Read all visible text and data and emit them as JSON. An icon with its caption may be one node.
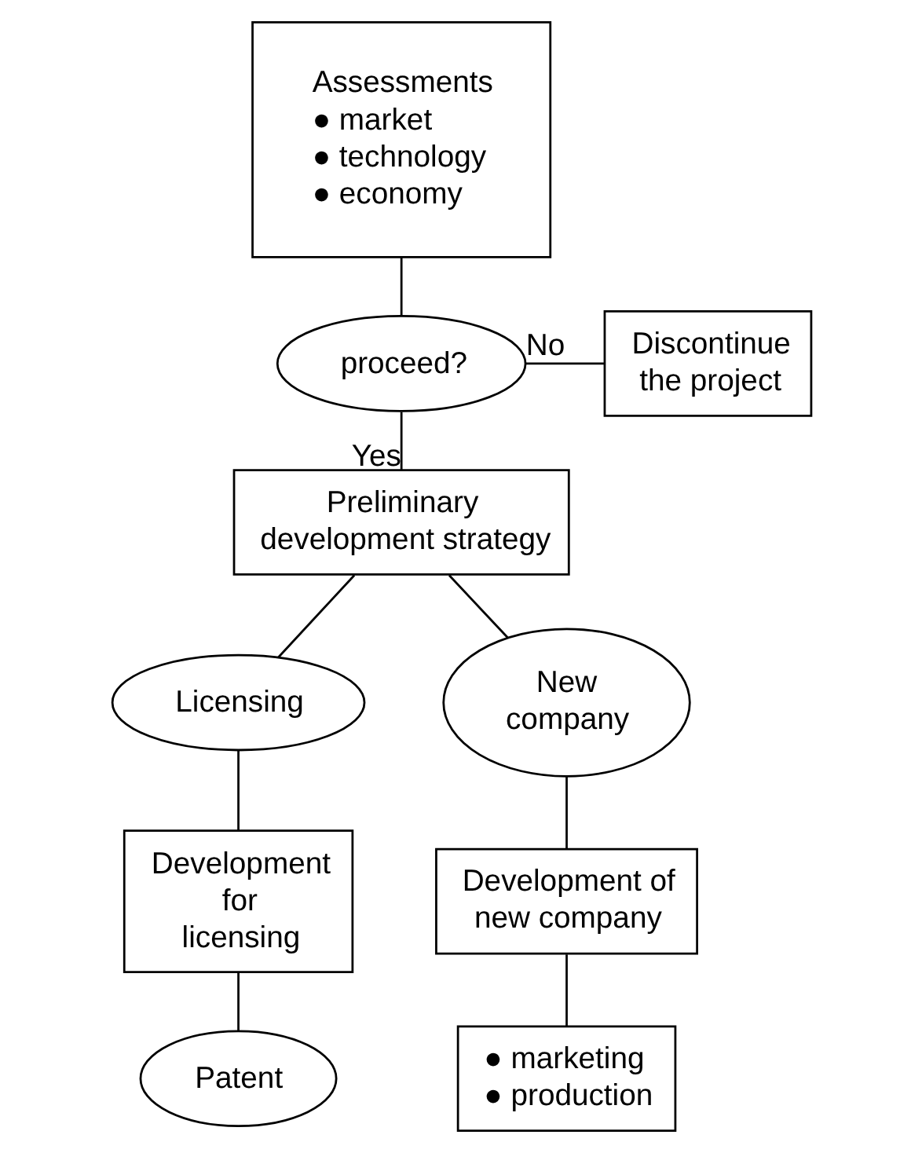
{
  "diagram": {
    "nodes": [
      {
        "text": [
          "Assessments",
          "● market",
          "● technology",
          "● economy"
        ]
      },
      {
        "text": [
          "proceed?"
        ]
      },
      {
        "text": [
          "Discontinue the project"
        ]
      },
      {
        "text": [
          "Preliminary development strategy"
        ]
      },
      {
        "text": [
          "Licensing"
        ]
      },
      {
        "text": [
          "New company"
        ]
      },
      {
        "text": [
          "Development for licensing"
        ]
      },
      {
        "text": [
          "Development of new company"
        ]
      },
      {
        "text": [
          "Patent"
        ]
      },
      {
        "text": [
          "● marketing",
          "● production"
        ]
      }
    ],
    "edges": [
      {
        "from": 0,
        "to": 1,
        "arrow": "none"
      },
      {
        "from": 1,
        "to": 2,
        "arrow": "none",
        "label": "No"
      },
      {
        "from": 1,
        "to": 3,
        "arrow": "none",
        "label": "Yes"
      },
      {
        "from": 3,
        "to": 4,
        "arrow": "none"
      },
      {
        "from": 3,
        "to": 5,
        "arrow": "none"
      },
      {
        "from": 4,
        "to": 6,
        "arrow": "none"
      },
      {
        "from": 5,
        "to": 7,
        "arrow": "none"
      },
      {
        "from": 6,
        "to": 8,
        "arrow": "none"
      },
      {
        "from": 7,
        "to": 9,
        "arrow": "none"
      }
    ]
  }
}
